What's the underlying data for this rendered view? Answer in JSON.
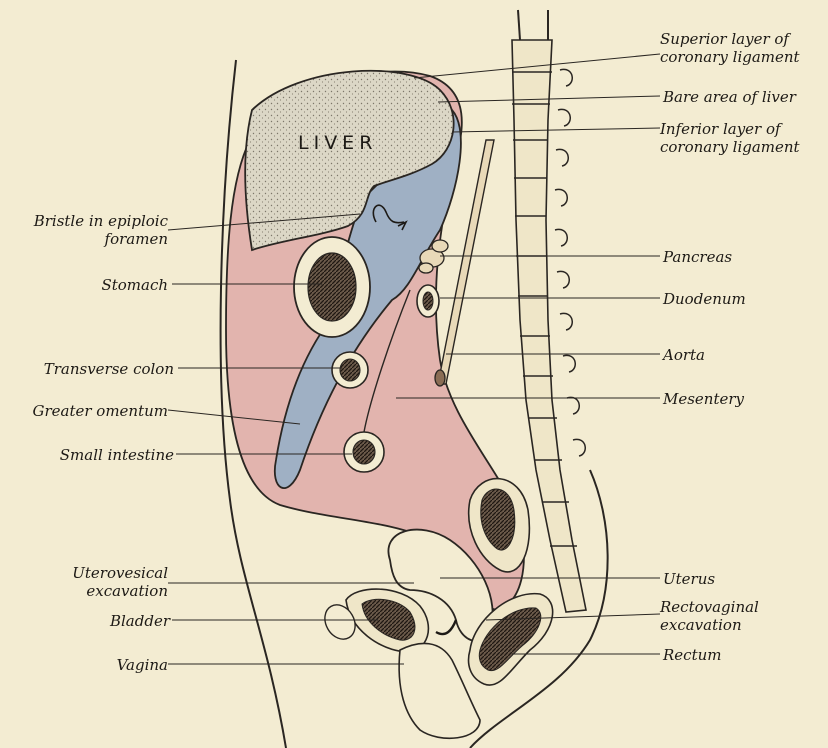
{
  "diagram": {
    "organ_label": "LIVER",
    "labels_right": [
      {
        "id": "sup-coronary",
        "text": "Superior layer of\ncoronary ligament"
      },
      {
        "id": "bare-area",
        "text": "Bare area of liver"
      },
      {
        "id": "inf-coronary",
        "text": "Inferior layer of\ncoronary ligament"
      },
      {
        "id": "pancreas",
        "text": "Pancreas"
      },
      {
        "id": "duodenum",
        "text": "Duodenum"
      },
      {
        "id": "aorta",
        "text": "Aorta"
      },
      {
        "id": "mesentery",
        "text": "Mesentery"
      },
      {
        "id": "uterus",
        "text": "Uterus"
      },
      {
        "id": "rectovaginal",
        "text": "Rectovaginal\nexcavation"
      },
      {
        "id": "rectum",
        "text": "Rectum"
      }
    ],
    "labels_left": [
      {
        "id": "bristle",
        "text": "Bristle in epiploic\nforamen"
      },
      {
        "id": "stomach",
        "text": "Stomach"
      },
      {
        "id": "transverse-colon",
        "text": "Transverse colon"
      },
      {
        "id": "greater-omentum",
        "text": "Greater omentum"
      },
      {
        "id": "small-intestine",
        "text": "Small intestine"
      },
      {
        "id": "uterovesical",
        "text": "Uterovesical\nexcavation"
      },
      {
        "id": "bladder",
        "text": "Bladder"
      },
      {
        "id": "vagina",
        "text": "Vagina"
      }
    ],
    "colors": {
      "background": "#f3ecd2",
      "peritoneal_cavity": "#e2b4ae",
      "omental_bursa": "#9fb0c4",
      "liver": "#d9d4c4",
      "outline": "#2a2622"
    }
  }
}
